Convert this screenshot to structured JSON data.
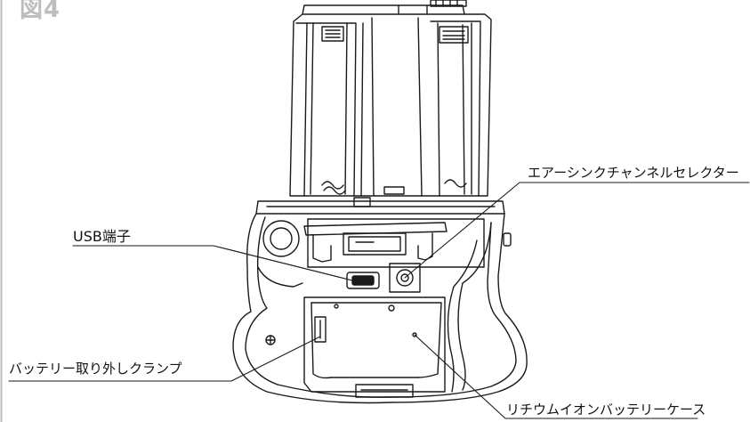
{
  "figure_label": "図4",
  "callouts": {
    "usb_port": "USB端子",
    "air_sync_selector": "エアーシンクチャンネルセレクター",
    "battery_clamp": "バッテリー取り外しクランプ",
    "li_ion_case": "リチウムイオンバッテリーケース"
  },
  "colors": {
    "line": "#1a1a1a",
    "fill": "#ffffff",
    "figure_label": "#bdbdbd"
  }
}
